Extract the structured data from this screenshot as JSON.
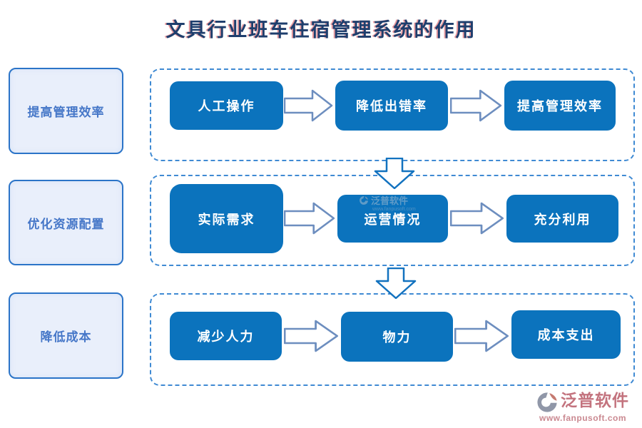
{
  "title": "文具行业班车住宿管理系统的作用",
  "categories": [
    "提高管理效率",
    "优化资源配置",
    "降低成本"
  ],
  "flow_rows": [
    {
      "steps": [
        "人工操作",
        "降低出错率",
        "提高管理效率"
      ]
    },
    {
      "steps": [
        "实际需求",
        "运营情况",
        "充分利用"
      ]
    },
    {
      "steps": [
        "减少人力",
        "物力",
        "成本支出"
      ]
    }
  ],
  "watermark": {
    "brand": "泛普软件",
    "url": "www.fanpusoft.com"
  },
  "footer": {
    "brand": "泛普软件",
    "url": "www.fanpusoft.com"
  },
  "colors": {
    "title_text": "#1e3e6d",
    "title_shadow_red": "#cd1e28",
    "step_box_blue": "#0b73bd",
    "step_text": "#ffffff",
    "category_bg": "#e9effb",
    "category_border": "#2b74c8",
    "category_text": "#4677c8",
    "group_dashed_border": "#3f8ad3",
    "right_arrow_outline": "#6d8ebf",
    "down_arrow_outline": "#1272bf",
    "brand_text": "#c3737e",
    "brand_mark_gray": "#9097a8",
    "brand_mark_salmon": "#c57a70"
  }
}
